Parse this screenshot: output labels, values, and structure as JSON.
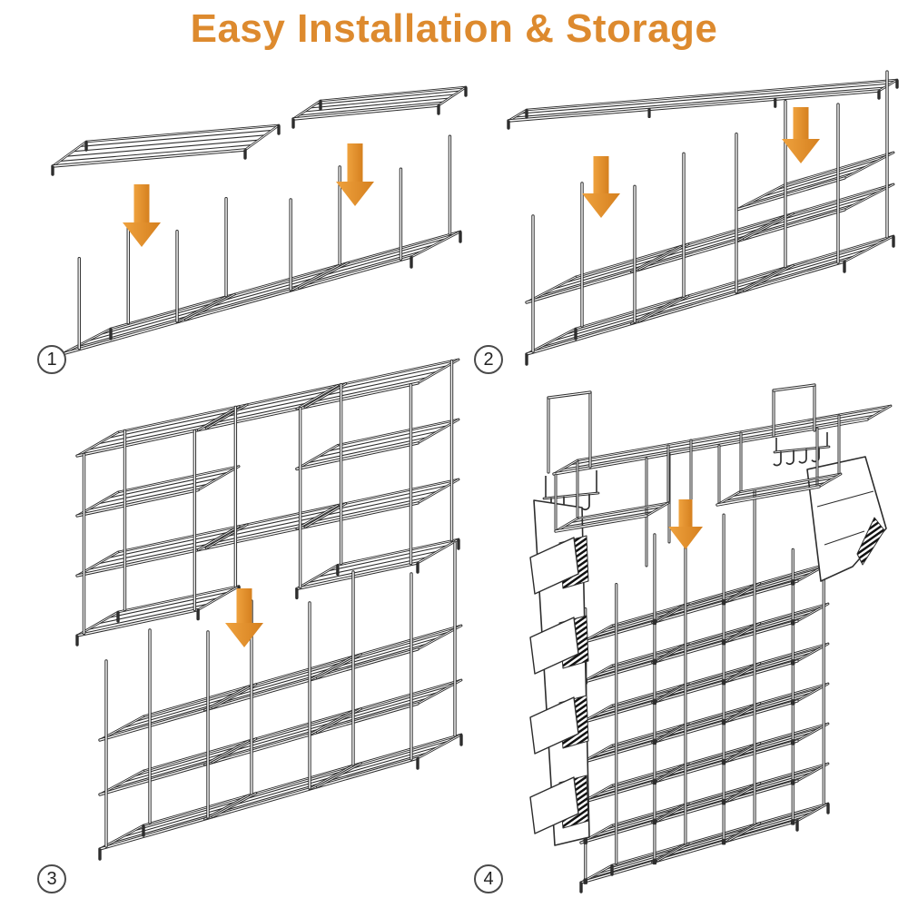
{
  "title": "Easy Installation & Storage",
  "colors": {
    "accent": "#DD8A2E",
    "arrow_light": "#EFA23E",
    "arrow_dark": "#D5801F",
    "line": "#2d2d2d",
    "background": "#ffffff"
  },
  "steps": [
    {
      "label": "1"
    },
    {
      "label": "2"
    },
    {
      "label": "3"
    },
    {
      "label": "4"
    }
  ],
  "icons": {
    "down_arrow": "down-arrow-icon",
    "step_badge": "step-number-badge"
  }
}
